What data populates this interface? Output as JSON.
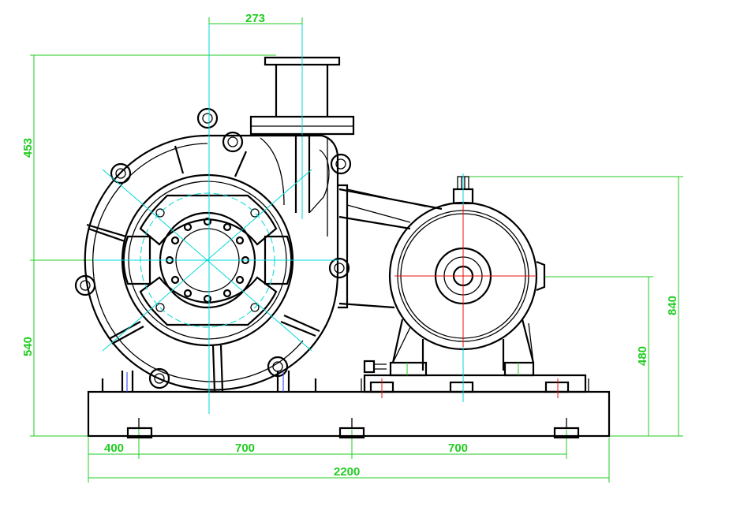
{
  "dimensions": {
    "outlet_offset": "273",
    "upper_height": "453",
    "lower_height": "540",
    "motor_center_height": "480",
    "total_height": "840",
    "left_offset": "400",
    "spacing_left": "700",
    "spacing_right": "700",
    "total_length": "2200"
  },
  "colors": {
    "dimension": "#22cc22",
    "centerline": "#00d8d8",
    "outline": "#000000",
    "motor_axis": "#ee1111",
    "bolt": "#2233ff"
  }
}
